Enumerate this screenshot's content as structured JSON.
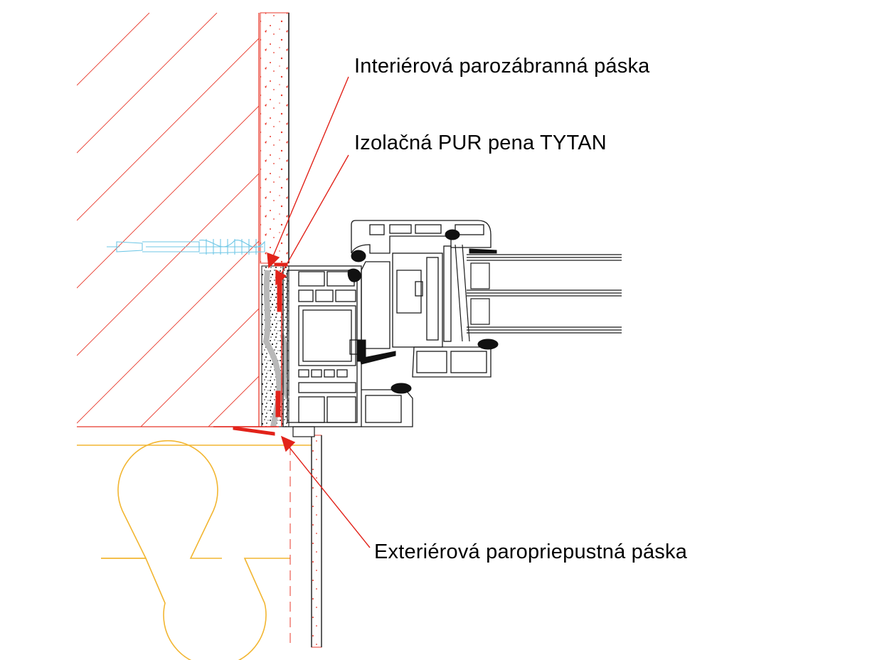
{
  "labels": {
    "interior_tape": "Interiérová parozábranná páska",
    "pur_foam": "Izolačná PUR pena TYTAN",
    "exterior_tape": "Exteriérová paropriepustná páska"
  },
  "colors": {
    "wall_line": "#e8382b",
    "tape": "#e2231a",
    "insulation": "#f2b632",
    "anchor": "#6fc7e6",
    "profile": "#1a1a1a",
    "gasket": "#111111",
    "foam_gray": "#b8b8b8"
  }
}
